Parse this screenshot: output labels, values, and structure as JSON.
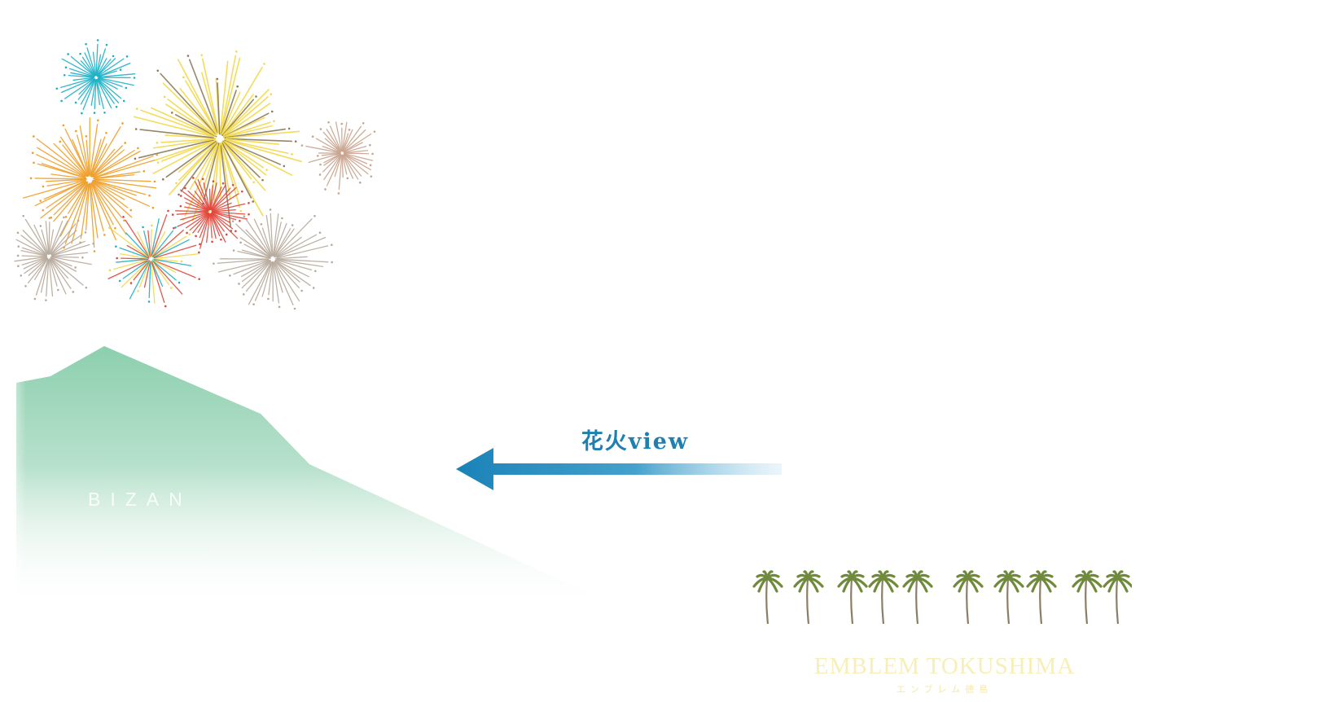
{
  "scene": {
    "mountain": {
      "label": "BIZAN",
      "color": "#94d2b4"
    },
    "arrow": {
      "label": "花火view",
      "color": "#1a82b8"
    },
    "building": {
      "name": "EMBLEM TOKUSHIMA",
      "name_jp": "エンブレム徳島",
      "text_color": "#f7efb6"
    },
    "fireworks": {
      "icon": "fireworks-illustration",
      "colors": [
        "#f2d94a",
        "#ef9e28",
        "#1cb0c6",
        "#e0463a",
        "#c8a48e",
        "#b7aa9c"
      ]
    },
    "palms": {
      "icon": "palm-tree-icon",
      "color": "#6f8a3a"
    }
  }
}
